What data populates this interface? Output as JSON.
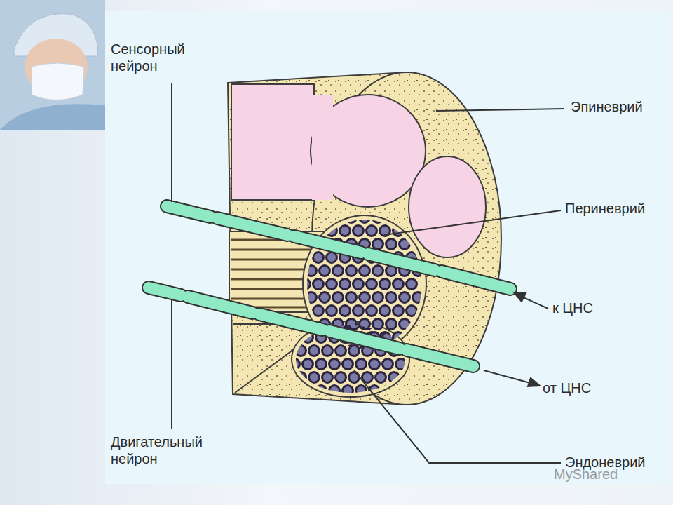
{
  "diagram": {
    "labels": [
      "Сенсорный нейрон",
      "Эпиневрий",
      "Периневрий",
      "к ЦНС",
      "от ЦНС",
      "Двигательный нейрон",
      "Эндоневрий",
      "MyShared"
    ]
  }
}
